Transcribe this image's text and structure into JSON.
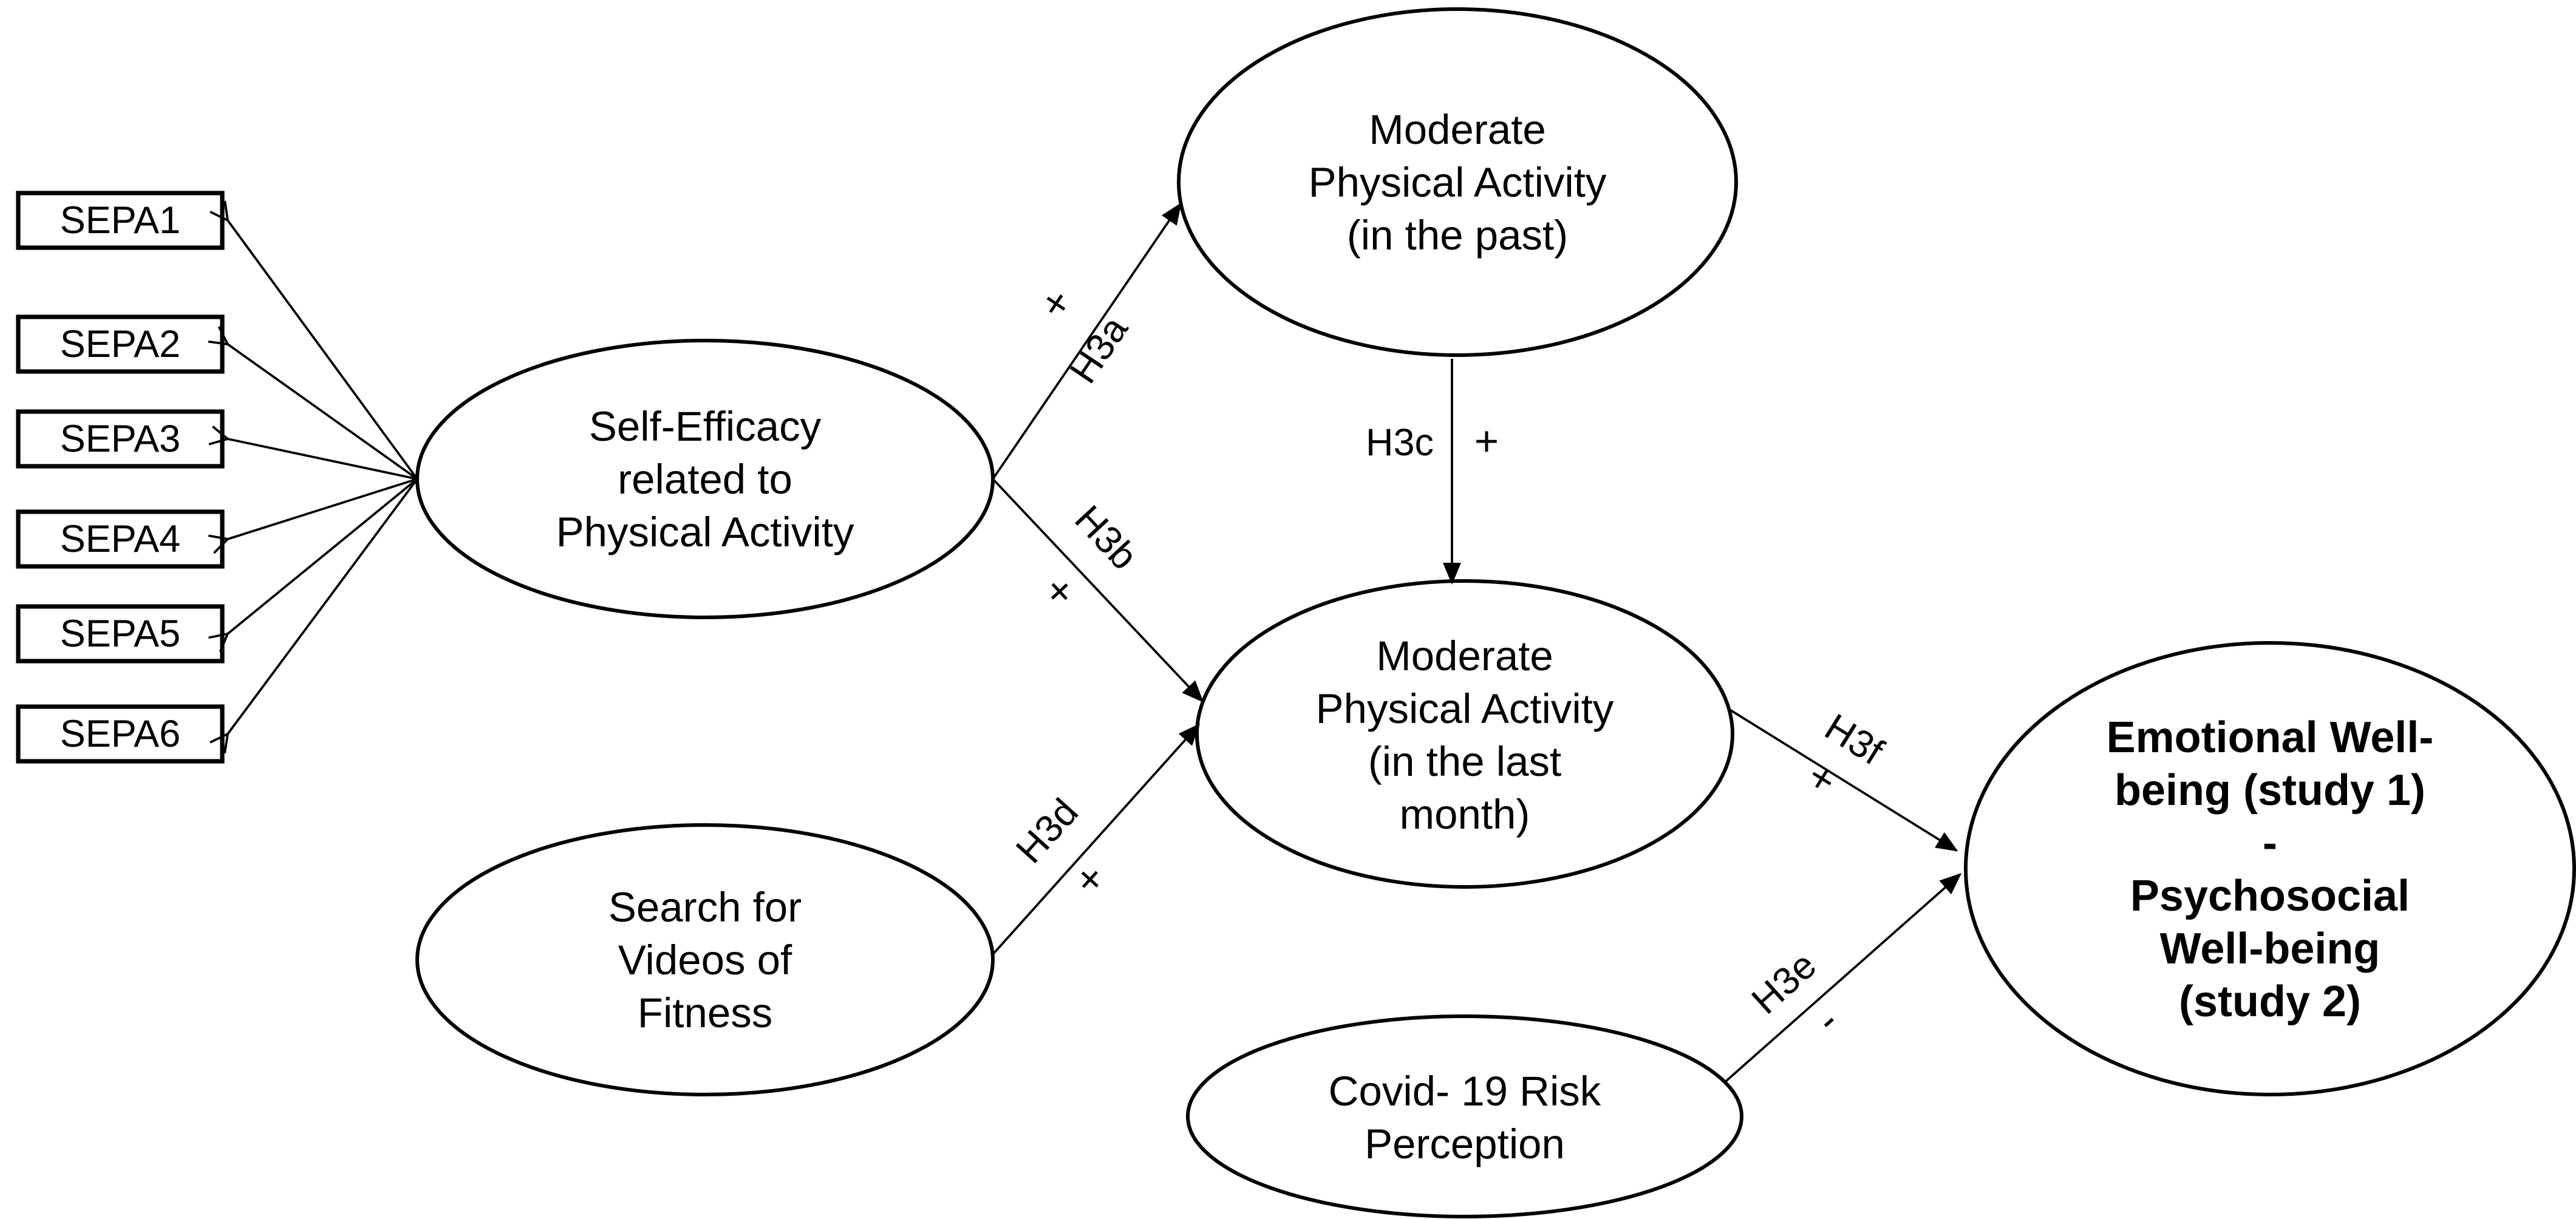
{
  "indicators": [
    {
      "label": "SEPA1"
    },
    {
      "label": "SEPA2"
    },
    {
      "label": "SEPA3"
    },
    {
      "label": "SEPA4"
    },
    {
      "label": "SEPA5"
    },
    {
      "label": "SEPA6"
    }
  ],
  "nodes": {
    "self_efficacy": {
      "lines": [
        "Self-Efficacy",
        "related to",
        "Physical Activity"
      ]
    },
    "mpa_past": {
      "lines": [
        "Moderate",
        "Physical Activity",
        "(in the past)"
      ]
    },
    "mpa_last_month": {
      "lines": [
        "Moderate",
        "Physical Activity",
        "(in the last",
        "month)"
      ]
    },
    "video_search": {
      "lines": [
        "Search for",
        "Videos of",
        "Fitness"
      ]
    },
    "covid_risk": {
      "lines": [
        "Covid- 19 Risk",
        "Perception"
      ]
    },
    "well_being": {
      "lines": [
        "Emotional Well-",
        "being (study 1)",
        "-",
        "Psychosocial",
        "Well-being",
        "(study 2)"
      ]
    }
  },
  "paths": {
    "h3a": {
      "label": "H3a",
      "sign": "+"
    },
    "h3b": {
      "label": "H3b",
      "sign": "+"
    },
    "h3c": {
      "label": "H3c",
      "sign": "+"
    },
    "h3d": {
      "label": "H3d",
      "sign": "+"
    },
    "h3e": {
      "label": "H3e",
      "sign": "-"
    },
    "h3f": {
      "label": "H3f",
      "sign": "+"
    }
  },
  "colors": {
    "stroke": "#000000",
    "background": "#ffffff"
  }
}
